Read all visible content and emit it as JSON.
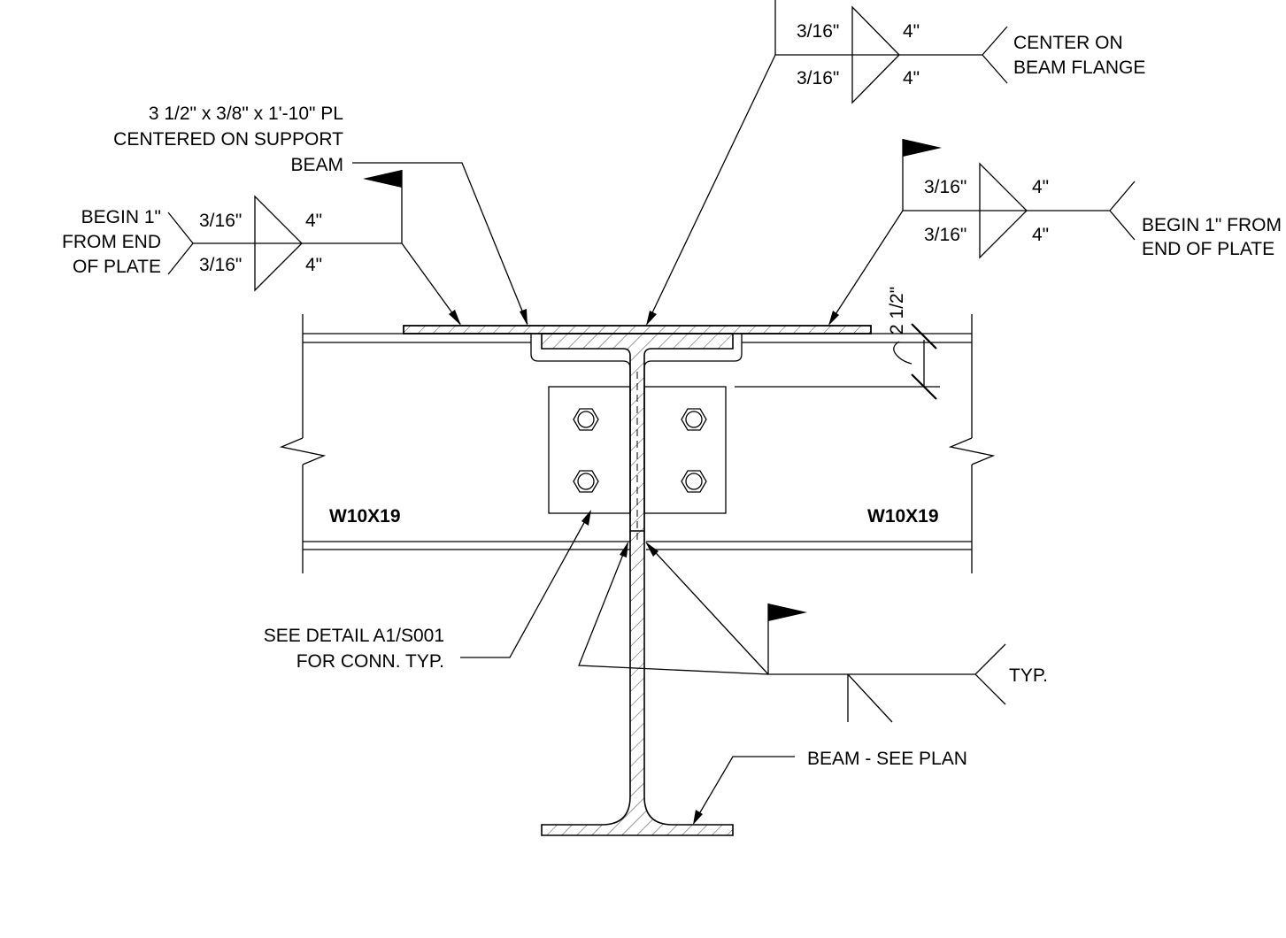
{
  "drawing": {
    "plate_note": [
      "3 1/2\" x 3/8\" x 1'-10\" PL",
      "CENTERED ON SUPPORT",
      "BEAM"
    ],
    "left_weld": {
      "note": [
        "BEGIN 1\"",
        "FROM END",
        "OF PLATE"
      ],
      "size_top": "3/16\"",
      "size_bottom": "3/16\"",
      "length_top": "4\"",
      "length_bottom": "4\""
    },
    "top_weld": {
      "note": [
        "CENTER ON",
        "BEAM FLANGE"
      ],
      "size_top": "3/16\"",
      "size_bottom": "3/16\"",
      "length_top": "4\"",
      "length_bottom": "4\""
    },
    "right_weld": {
      "note": [
        "BEGIN 1\" FROM",
        "END OF PLATE"
      ],
      "size_top": "3/16\"",
      "size_bottom": "3/16\"",
      "length_top": "4\"",
      "length_bottom": "4\""
    },
    "dimension": "2 1/2\"",
    "beam_left": "W10X19",
    "beam_right": "W10X19",
    "conn_note": [
      "SEE DETAIL A1/S001",
      "FOR CONN. TYP."
    ],
    "typ_weld_note": "TYP.",
    "beam_note": "BEAM - SEE PLAN"
  }
}
